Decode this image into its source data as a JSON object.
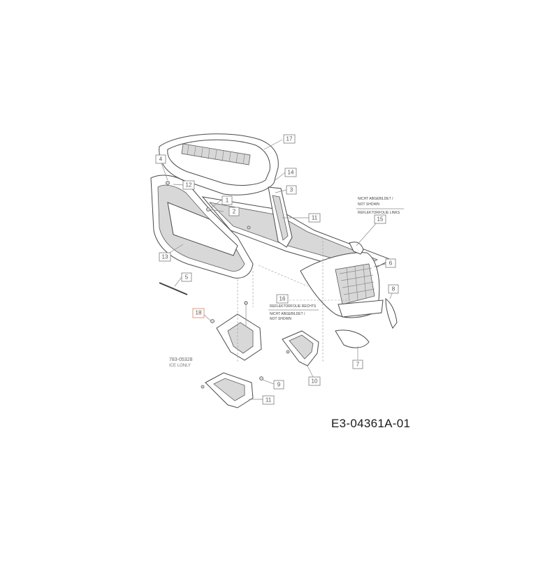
{
  "diagram": {
    "reference_id": "E3-04361A-01",
    "side_part_number": "783-05328",
    "side_part_note": "ICE LONLY"
  },
  "notes": {
    "upper_line1": "NICHT ABGEBILDET /",
    "upper_line2": "NOT SHOWN",
    "upper_line3": "REFLEKTORFOLIE LINKS",
    "lower_line1": "REFLEKTORFOLIE RECHTS",
    "lower_line2": "NICHT ABGEBILDET /",
    "lower_line3": "NOT SHOWN"
  },
  "callouts": {
    "c17": "17",
    "c14": "14",
    "c4": "4",
    "c12": "12",
    "c3": "3",
    "c1": "1",
    "c2": "2",
    "c13": "13",
    "c5": "5",
    "c15": "15",
    "c6": "6",
    "c8": "8",
    "c16": "16",
    "c11a": "11",
    "c7": "7",
    "c10": "10",
    "c11b": "11",
    "c9": "9",
    "c18": "18"
  },
  "colors": {
    "highlight_callout": "#e39a7a"
  }
}
